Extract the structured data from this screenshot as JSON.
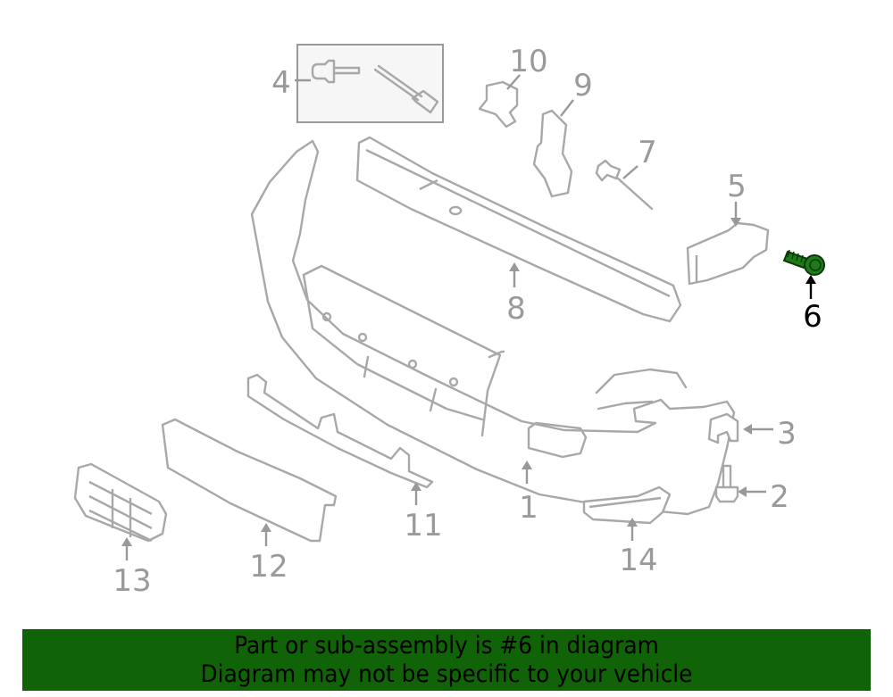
{
  "diagram": {
    "highlighted_part": "6",
    "highlight_color": "#1f7a1a",
    "callouts": [
      {
        "id": "1",
        "label": "1"
      },
      {
        "id": "2",
        "label": "2"
      },
      {
        "id": "3",
        "label": "3"
      },
      {
        "id": "4",
        "label": "4"
      },
      {
        "id": "5",
        "label": "5"
      },
      {
        "id": "6",
        "label": "6"
      },
      {
        "id": "7",
        "label": "7"
      },
      {
        "id": "8",
        "label": "8"
      },
      {
        "id": "9",
        "label": "9"
      },
      {
        "id": "10",
        "label": "10"
      },
      {
        "id": "11",
        "label": "11"
      },
      {
        "id": "12",
        "label": "12"
      },
      {
        "id": "13",
        "label": "13"
      },
      {
        "id": "14",
        "label": "14"
      }
    ]
  },
  "banner": {
    "line1": "Part or sub-assembly is #6 in diagram",
    "line2": "Diagram may not be specific to your vehicle",
    "color": "#116307"
  }
}
